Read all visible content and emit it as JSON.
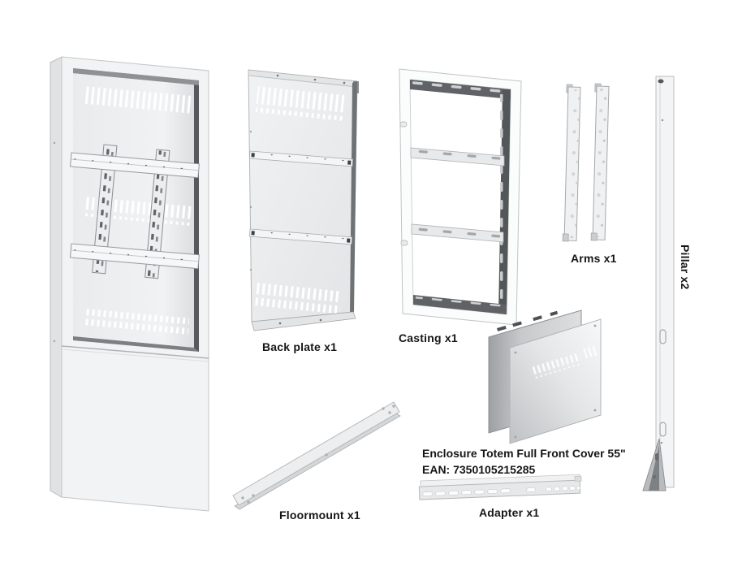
{
  "diagram": {
    "labels": {
      "back_plate": "Back plate x1",
      "casting": "Casting x1",
      "arms": "Arms x1",
      "pillar": "Pillar x2",
      "floormount": "Floormount x1",
      "adapter": "Adapter x1"
    },
    "product": {
      "title": "Enclosure Totem Full Front Cover 55\"",
      "ean": "EAN: 7350105215285"
    },
    "colors": {
      "background": "#ffffff",
      "panel_light": "#f2f3f4",
      "panel_mid": "#e4e6e8",
      "edge_dark": "#55585c",
      "text": "#161616"
    }
  }
}
